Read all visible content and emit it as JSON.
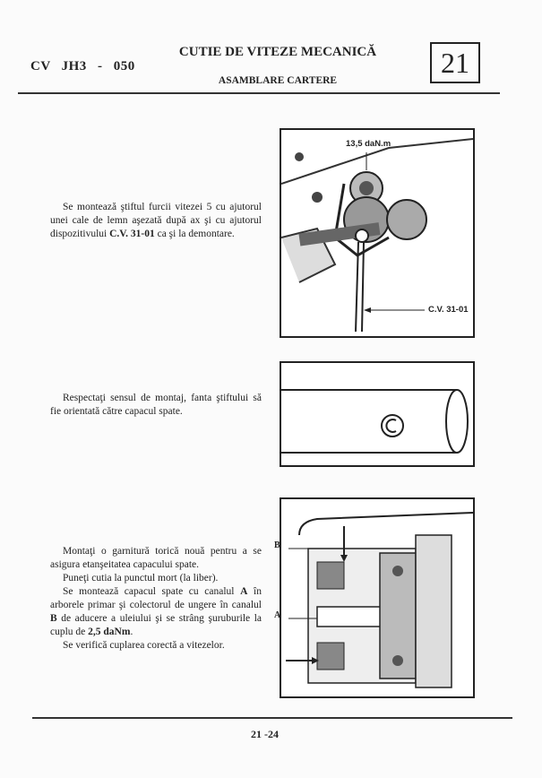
{
  "header": {
    "code": "CV JH3 - 050",
    "title": "CUTIE DE VITEZE MECANICĂ",
    "subtitle": "ASAMBLARE CARTERE",
    "chapter": "21"
  },
  "sections": [
    {
      "paragraphs": [
        {
          "pre": "Se montează ştiftul furcii vitezei 5 cu ajutorul unei cale de lemn aşezată după ax şi cu ajutorul dispozitivului ",
          "bold": "C.V. 31-01",
          "post": " ca şi la demontare."
        }
      ],
      "figure": {
        "label_torque": "13,5 daN.m",
        "label_tool": "C.V. 31-01"
      }
    },
    {
      "paragraphs": [
        {
          "pre": "Respectaţi sensul de montaj, fanta ştiftului să fie orientată către capacul spate.",
          "bold": "",
          "post": ""
        }
      ]
    },
    {
      "paragraphs": [
        {
          "pre": "Montaţi o garnitură torică nouă pentru a se asigura etanşeitatea capacului spate.",
          "bold": "",
          "post": ""
        },
        {
          "pre": "Puneţi cutia la punctul mort (la liber).",
          "bold": "",
          "post": ""
        },
        {
          "pre": "Se montează capacul spate cu canalul ",
          "bold": "A",
          "post": " în arborele primar şi colectorul de ungere în canalul "
        },
        {
          "pre": "",
          "bold": "B",
          "post": " de aducere a uleiului şi se strâng şuruburile la cuplu de "
        },
        {
          "pre": "",
          "bold": "2,5 daNm",
          "post": "."
        },
        {
          "pre": "Se verifică cuplarea corectă a vitezelor.",
          "bold": "",
          "post": ""
        }
      ],
      "figure": {
        "label_a": "A",
        "label_b": "B"
      }
    }
  ],
  "footer": {
    "page": "21 -24"
  }
}
